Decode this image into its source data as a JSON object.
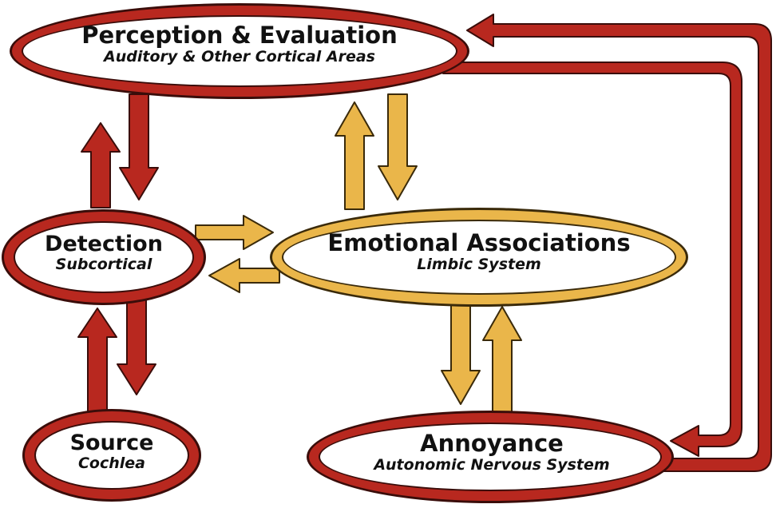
{
  "colors": {
    "red": "#b8281f",
    "red_outline": "#3a0d0a",
    "yellow": "#eab64a",
    "yellow_outline": "#3a2a0a",
    "node_fill": "#ffffff",
    "text": "#111111"
  },
  "nodes": {
    "perception": {
      "title": "Perception & Evaluation",
      "subtitle": "Auditory & Other Cortical Areas",
      "color": "red"
    },
    "detection": {
      "title": "Detection",
      "subtitle": "Subcortical",
      "color": "red"
    },
    "emotional": {
      "title": "Emotional Associations",
      "subtitle": "Limbic System",
      "color": "yellow"
    },
    "source": {
      "title": "Source",
      "subtitle": "Cochlea",
      "color": "red"
    },
    "annoyance": {
      "title": "Annoyance",
      "subtitle": "Autonomic Nervous System",
      "color": "red"
    }
  },
  "edges": [
    {
      "from": "detection",
      "to": "perception",
      "color": "red"
    },
    {
      "from": "perception",
      "to": "detection",
      "color": "red"
    },
    {
      "from": "emotional",
      "to": "perception",
      "color": "yellow"
    },
    {
      "from": "perception",
      "to": "emotional",
      "color": "yellow"
    },
    {
      "from": "detection",
      "to": "emotional",
      "color": "yellow"
    },
    {
      "from": "emotional",
      "to": "detection",
      "color": "yellow"
    },
    {
      "from": "detection",
      "to": "source",
      "color": "red"
    },
    {
      "from": "source",
      "to": "detection",
      "color": "red"
    },
    {
      "from": "emotional",
      "to": "annoyance",
      "color": "yellow"
    },
    {
      "from": "annoyance",
      "to": "emotional",
      "color": "yellow"
    },
    {
      "from": "perception",
      "to": "annoyance",
      "color": "red"
    },
    {
      "from": "annoyance",
      "to": "perception",
      "color": "red"
    }
  ]
}
